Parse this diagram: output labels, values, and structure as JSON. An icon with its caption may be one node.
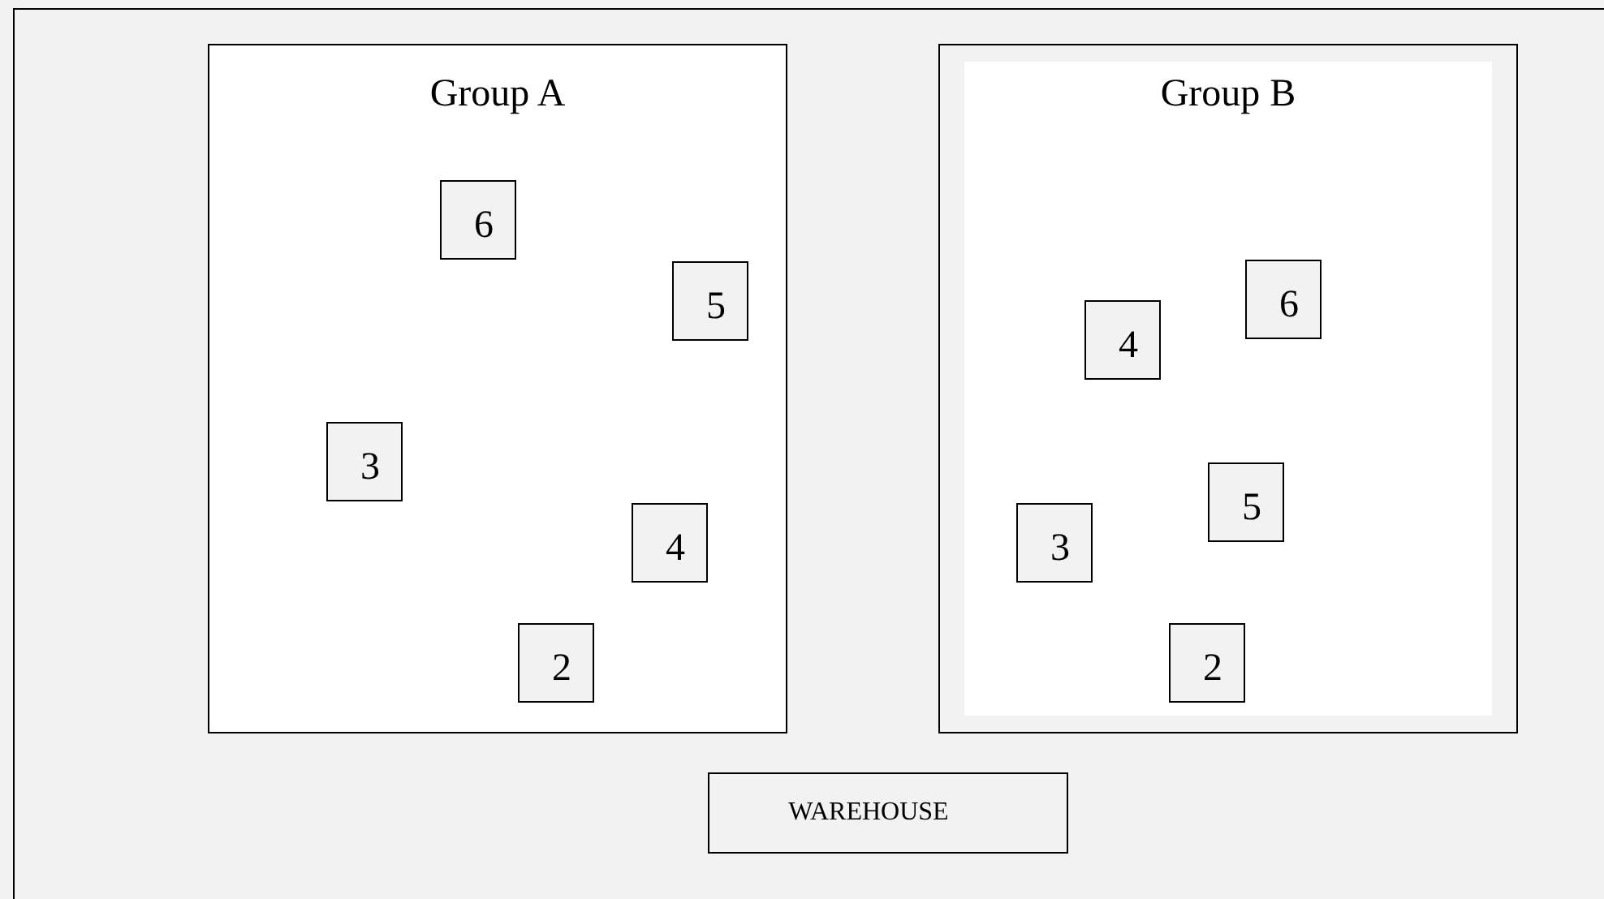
{
  "diagram": {
    "nodes": [
      {
        "text": [
          "Group A"
        ]
      },
      {
        "text": [
          "6"
        ],
        "in": 0
      },
      {
        "text": [
          "5"
        ],
        "in": 0
      },
      {
        "text": [
          "3"
        ],
        "in": 0
      },
      {
        "text": [
          "4"
        ],
        "in": 0
      },
      {
        "text": [
          "2"
        ],
        "in": 0
      },
      {
        "text": [
          "Group B"
        ]
      },
      {
        "text": [
          "6"
        ],
        "in": 6
      },
      {
        "text": [
          "4"
        ],
        "in": 6
      },
      {
        "text": [
          "5"
        ],
        "in": 6
      },
      {
        "text": [
          "3"
        ],
        "in": 6
      },
      {
        "text": [
          "2"
        ],
        "in": 6
      },
      {
        "text": [
          "WAREHOUSE"
        ]
      }
    ]
  }
}
